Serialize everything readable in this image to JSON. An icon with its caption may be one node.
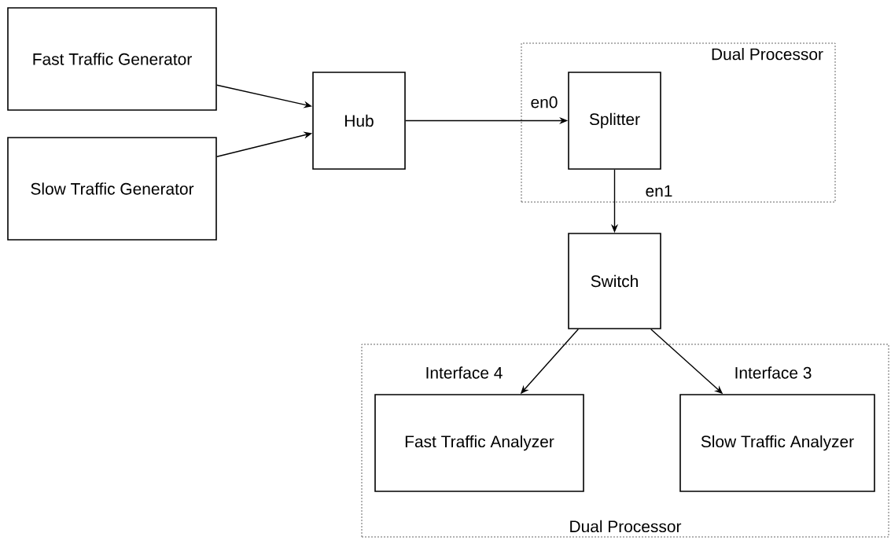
{
  "diagram": {
    "nodes": [
      {
        "text": [
          "Fast Traffic Generator"
        ]
      },
      {
        "text": [
          "Slow Traffic Generator"
        ]
      },
      {
        "text": [
          "Hub"
        ]
      },
      {
        "text": [
          "Dual Processor"
        ]
      },
      {
        "text": [
          "Splitter"
        ],
        "in": 3
      },
      {
        "text": [
          "Switch"
        ]
      },
      {
        "text": [
          "Dual Processor"
        ]
      },
      {
        "text": [
          "Fast Traffic Analyzer"
        ],
        "in": 6
      },
      {
        "text": [
          "Slow Traffic Analyzer"
        ],
        "in": 6
      }
    ],
    "edges": [
      {
        "from": 0,
        "to": 2,
        "arrow": "to"
      },
      {
        "from": 1,
        "to": 2,
        "arrow": "to"
      },
      {
        "from": 2,
        "to": 4,
        "arrow": "to",
        "label": "en0"
      },
      {
        "from": 4,
        "to": 5,
        "arrow": "to",
        "label": "en1"
      },
      {
        "from": 5,
        "to": 7,
        "arrow": "to",
        "label": "Interface 4"
      },
      {
        "from": 5,
        "to": 8,
        "arrow": "to",
        "label": "Interface 3"
      }
    ]
  }
}
